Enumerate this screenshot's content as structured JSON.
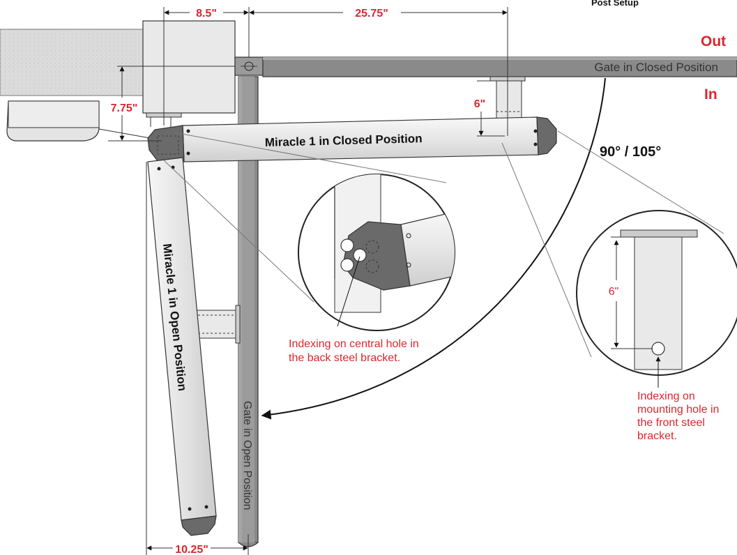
{
  "header": {
    "title": "Post Setup"
  },
  "dimensions": {
    "top_left": "8.5\"",
    "top_right": "25.75\"",
    "vertical_left": "7.75\"",
    "bracket_height": "6\"",
    "bottom": "10.25\"",
    "zoom_height": "6\""
  },
  "labels": {
    "out": "Out",
    "in": "In",
    "angle": "90° / 105°",
    "gate_closed": "Gate in Closed Position",
    "gate_open": "Gate in Open Position",
    "arm_closed": "Miracle 1 in Closed Position",
    "arm_open": "Miracle 1 in Open Position"
  },
  "callouts": {
    "back_bracket": [
      "Indexing on central hole in",
      "the back steel bracket."
    ],
    "front_bracket": [
      "Indexing on",
      "mounting hole in",
      "the front steel",
      "bracket."
    ]
  },
  "colors": {
    "accent_red": "#d9272e",
    "gate_gray": "#8a8a8a",
    "arm_light": "#ececec",
    "cap_dark": "#666666"
  }
}
